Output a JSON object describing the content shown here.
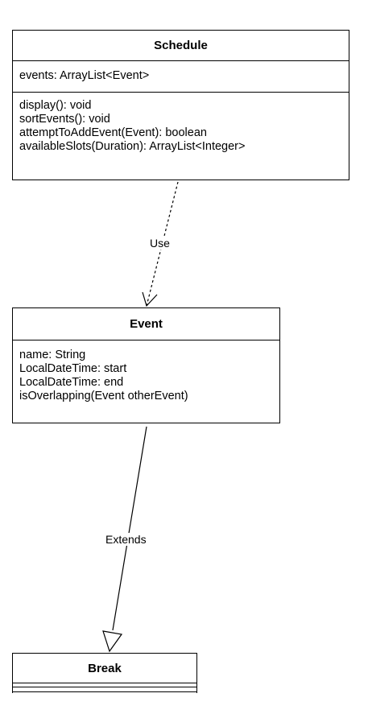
{
  "classes": {
    "schedule": {
      "name": "Schedule",
      "attributes": [
        "events: ArrayList<Event>"
      ],
      "operations": [
        "display(): void",
        "sortEvents(): void",
        "attemptToAddEvent(Event): boolean",
        "availableSlots(Duration): ArrayList<Integer>"
      ]
    },
    "event": {
      "name": "Event",
      "attributes": [
        "name: String",
        "LocalDateTime: start",
        "LocalDateTime: end",
        "isOverlapping(Event otherEvent)"
      ]
    },
    "break": {
      "name": "Break"
    }
  },
  "relations": {
    "use": {
      "label": "Use",
      "type": "dependency"
    },
    "extends": {
      "label": "Extends",
      "type": "generalization"
    }
  }
}
